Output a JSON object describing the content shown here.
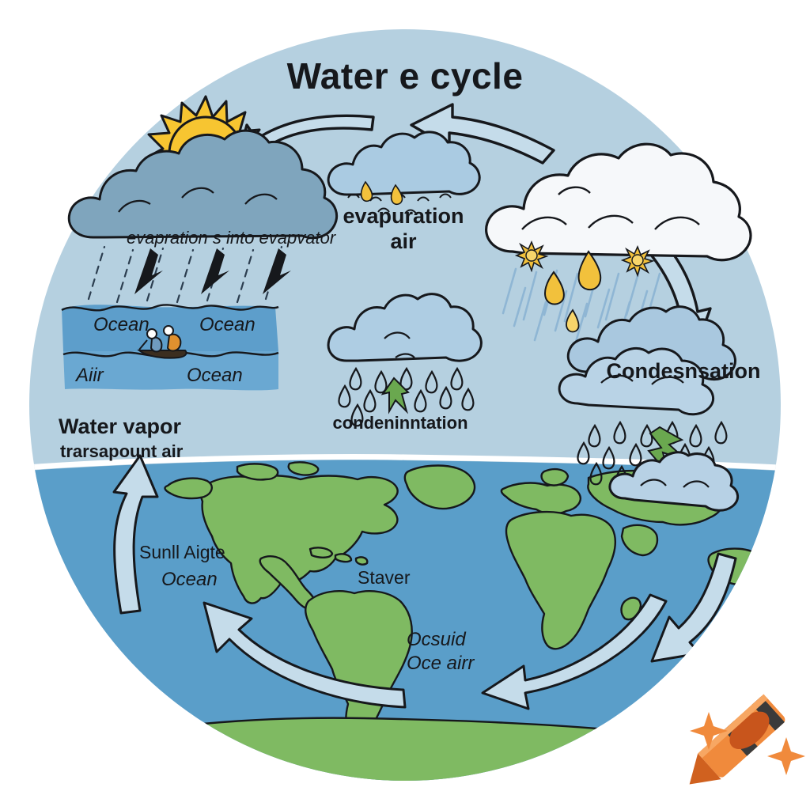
{
  "figure": {
    "title": "Water e cycle",
    "medium": "hand-drawn crayon-style educational illustration",
    "background_color": "#ffffff",
    "sky_color": "#b5d0e0",
    "ocean_color": "#5a9ec9",
    "land_color": "#7fba62",
    "ink_color": "#16181c",
    "sun_color": "#f7c531",
    "arrow_fill": "#c5dcea",
    "lightning_color": "#6aa84f",
    "crayon_color": "#e07a28"
  },
  "labels": {
    "title": "Water e cycle",
    "evaporation_air_line1": "evapuration",
    "evaporation_air_line2": "air",
    "evaporation_into": "evapration s into  evapvator",
    "ocean_left_top": "Ocean",
    "ocean_right_top": "Ocean",
    "air_left": "Aiir",
    "ocean_bottom": "Ocean",
    "water_vapor": "Water vapor",
    "transport_air": "trarsapount air",
    "condensation_center": "condeninntation",
    "condensation_right": "Condesnsation",
    "sunlight_line1": "Sunll Aigte",
    "sunlight_line2": "Ocean",
    "staver": "Staver",
    "ocsuid_line1": "Ocsuid",
    "ocsuid_line2": "Oce airr"
  },
  "elements": {
    "sun": "sun-icon",
    "crayon": "crayon-icon",
    "sparkles": "sparkle-icon",
    "clouds": [
      "cloud-sun-dark",
      "cloud-center-top",
      "cloud-white-large",
      "cloud-center-rain",
      "cloud-condensation-right",
      "cloud-ground-right"
    ],
    "arrows": [
      "arrow-top-left",
      "arrow-top-right",
      "arrow-right-down",
      "arrow-globe-up-left",
      "arrow-globe-bottom-left",
      "arrow-globe-bottom-right",
      "arrow-globe-right-down"
    ]
  },
  "diagram_data": {
    "type": "cycle-diagram",
    "stages": [
      "evaporation",
      "condensation",
      "precipitation",
      "transport"
    ],
    "regions": [
      "sky / atmosphere upper half",
      "earth globe lower half"
    ]
  }
}
